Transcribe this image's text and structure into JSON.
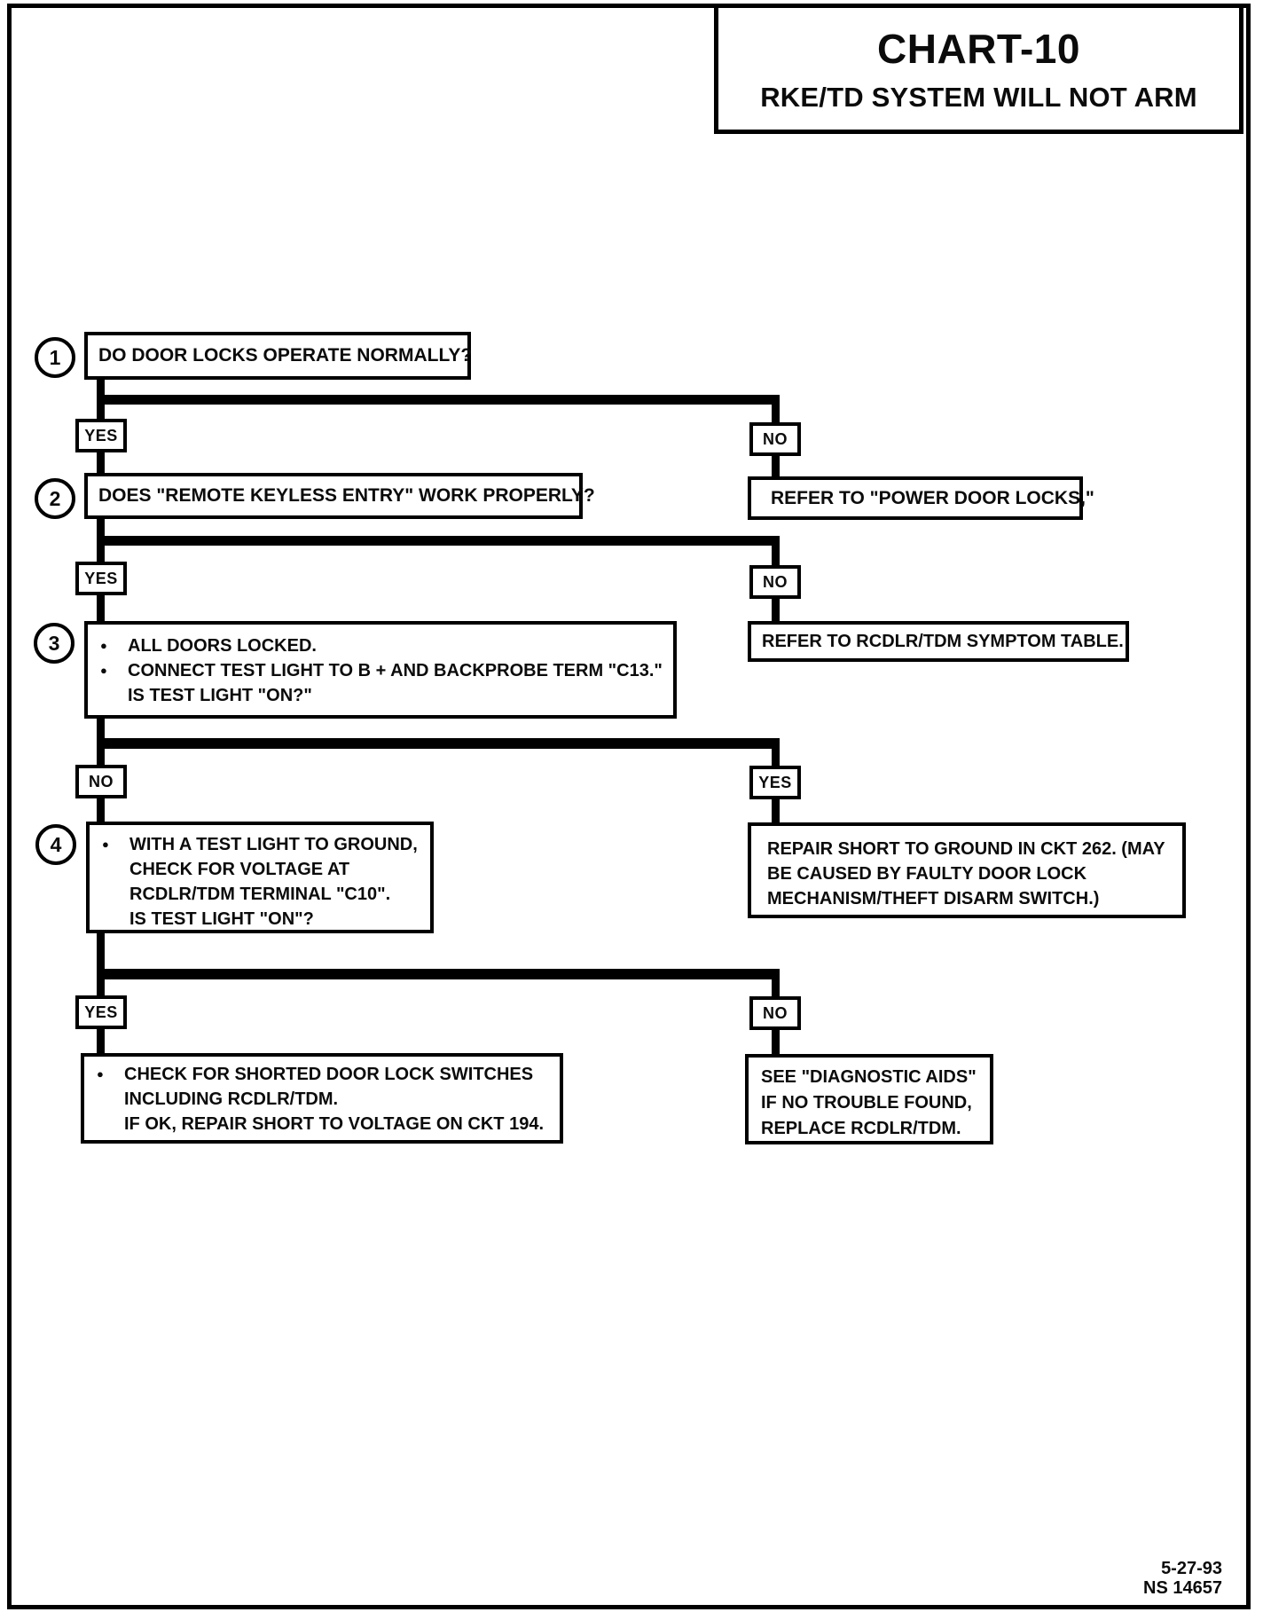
{
  "header": {
    "title": "CHART-10",
    "subtitle": "RKE/TD SYSTEM WILL NOT ARM"
  },
  "steps": {
    "s1": {
      "num": "1",
      "question": "DO DOOR LOCKS OPERATE NORMALLY?",
      "yes_label": "YES",
      "no_label": "NO",
      "no_result": "REFER TO \"POWER DOOR LOCKS,\""
    },
    "s2": {
      "num": "2",
      "question": "DOES \"REMOTE KEYLESS ENTRY\" WORK PROPERLY?",
      "yes_label": "YES",
      "no_label": "NO",
      "no_result": "REFER TO RCDLR/TDM SYMPTOM TABLE."
    },
    "s3": {
      "num": "3",
      "bullet1": "ALL DOORS LOCKED.",
      "bullet2": "CONNECT TEST LIGHT TO B + AND BACKPROBE TERM \"C13.\"",
      "bullet2_cont": "IS TEST LIGHT \"ON?\"",
      "no_label": "NO",
      "yes_label": "YES",
      "yes_result_lines": [
        "REPAIR SHORT TO GROUND IN CKT 262. (MAY",
        "BE CAUSED BY FAULTY DOOR LOCK",
        "MECHANISM/THEFT DISARM SWITCH.)"
      ]
    },
    "s4": {
      "num": "4",
      "bullet1": "WITH A TEST LIGHT TO GROUND,",
      "bullet1_cont1": "CHECK FOR VOLTAGE AT",
      "bullet1_cont2": "RCDLR/TDM TERMINAL \"C10\".",
      "bullet1_cont3": "IS TEST LIGHT \"ON\"?",
      "yes_label": "YES",
      "no_label": "NO",
      "yes_result_lines": [
        "CHECK FOR SHORTED DOOR LOCK SWITCHES",
        "INCLUDING RCDLR/TDM.",
        "IF OK, REPAIR SHORT TO VOLTAGE ON CKT 194."
      ],
      "no_result_lines": [
        "SEE \"DIAGNOSTIC AIDS\"",
        "IF NO TROUBLE FOUND,",
        "REPLACE RCDLR/TDM."
      ]
    }
  },
  "footer": {
    "date": "5-27-93",
    "code": "NS 14657"
  },
  "bullet_glyph": "●",
  "colors": {
    "ink": "#000000",
    "paper": "#ffffff"
  }
}
